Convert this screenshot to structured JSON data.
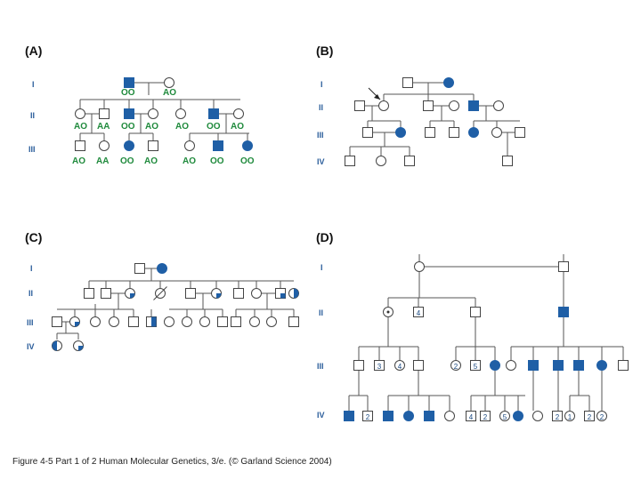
{
  "panels": {
    "A": {
      "label": "(A)",
      "generations": [
        "I",
        "II",
        "III"
      ],
      "genotypes": {
        "gen1": [
          "OO",
          "AO"
        ],
        "gen2": [
          "AO",
          "AA",
          "OO",
          "AO",
          "AO",
          "OO",
          "AO"
        ],
        "gen3": [
          "AO",
          "AA",
          "OO",
          "AO",
          "AO",
          "OO",
          "OO"
        ]
      }
    },
    "B": {
      "label": "(B)",
      "generations": [
        "I",
        "II",
        "III",
        "IV"
      ]
    },
    "C": {
      "label": "(C)",
      "generations": [
        "I",
        "II",
        "III",
        "IV"
      ]
    },
    "D": {
      "label": "(D)",
      "generations": [
        "I",
        "II",
        "III",
        "IV"
      ],
      "sibship_numbers": [
        "4",
        "3",
        "4",
        "2",
        "5",
        "2",
        "4",
        "2",
        "5",
        "2",
        "1",
        "2",
        "2"
      ]
    }
  },
  "caption": "Figure 4-5  Part 1 of 2  Human Molecular Genetics, 3/e.  (© Garland Science 2004)",
  "colors": {
    "affected": "#1f5fa6",
    "line": "#555555",
    "genotype": "#1f8a3c"
  }
}
